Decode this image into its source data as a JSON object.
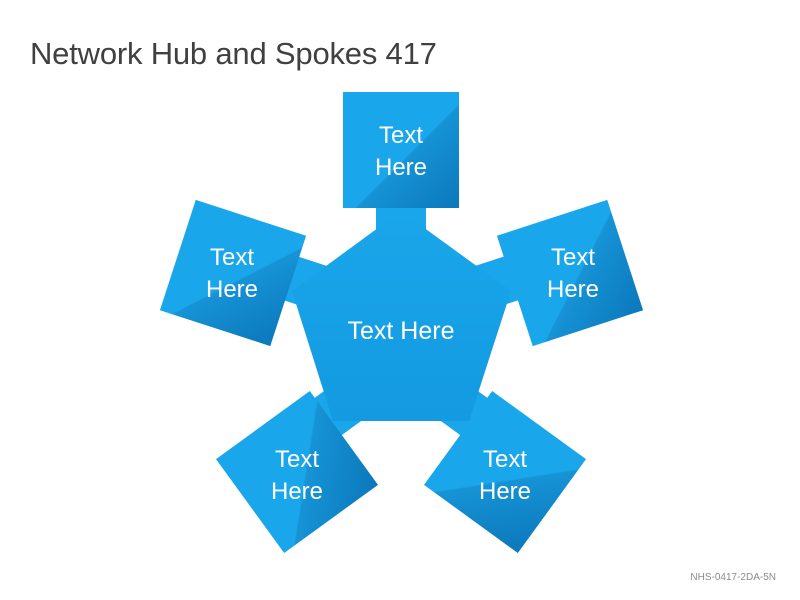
{
  "title": "Network Hub and Spokes 417",
  "footer_code": "NHS-0417-2DA-5N",
  "hub": {
    "label": "Text Here"
  },
  "spokes": [
    {
      "line1": "Text",
      "line2": "Here"
    },
    {
      "line1": "Text",
      "line2": "Here"
    },
    {
      "line1": "Text",
      "line2": "Here"
    },
    {
      "line1": "Text",
      "line2": "Here"
    },
    {
      "line1": "Text",
      "line2": "Here"
    }
  ],
  "colors": {
    "primary": "#1AA3E8",
    "dark": "#0E7DC0",
    "title": "#404040",
    "footer": "#8C8C8C"
  }
}
